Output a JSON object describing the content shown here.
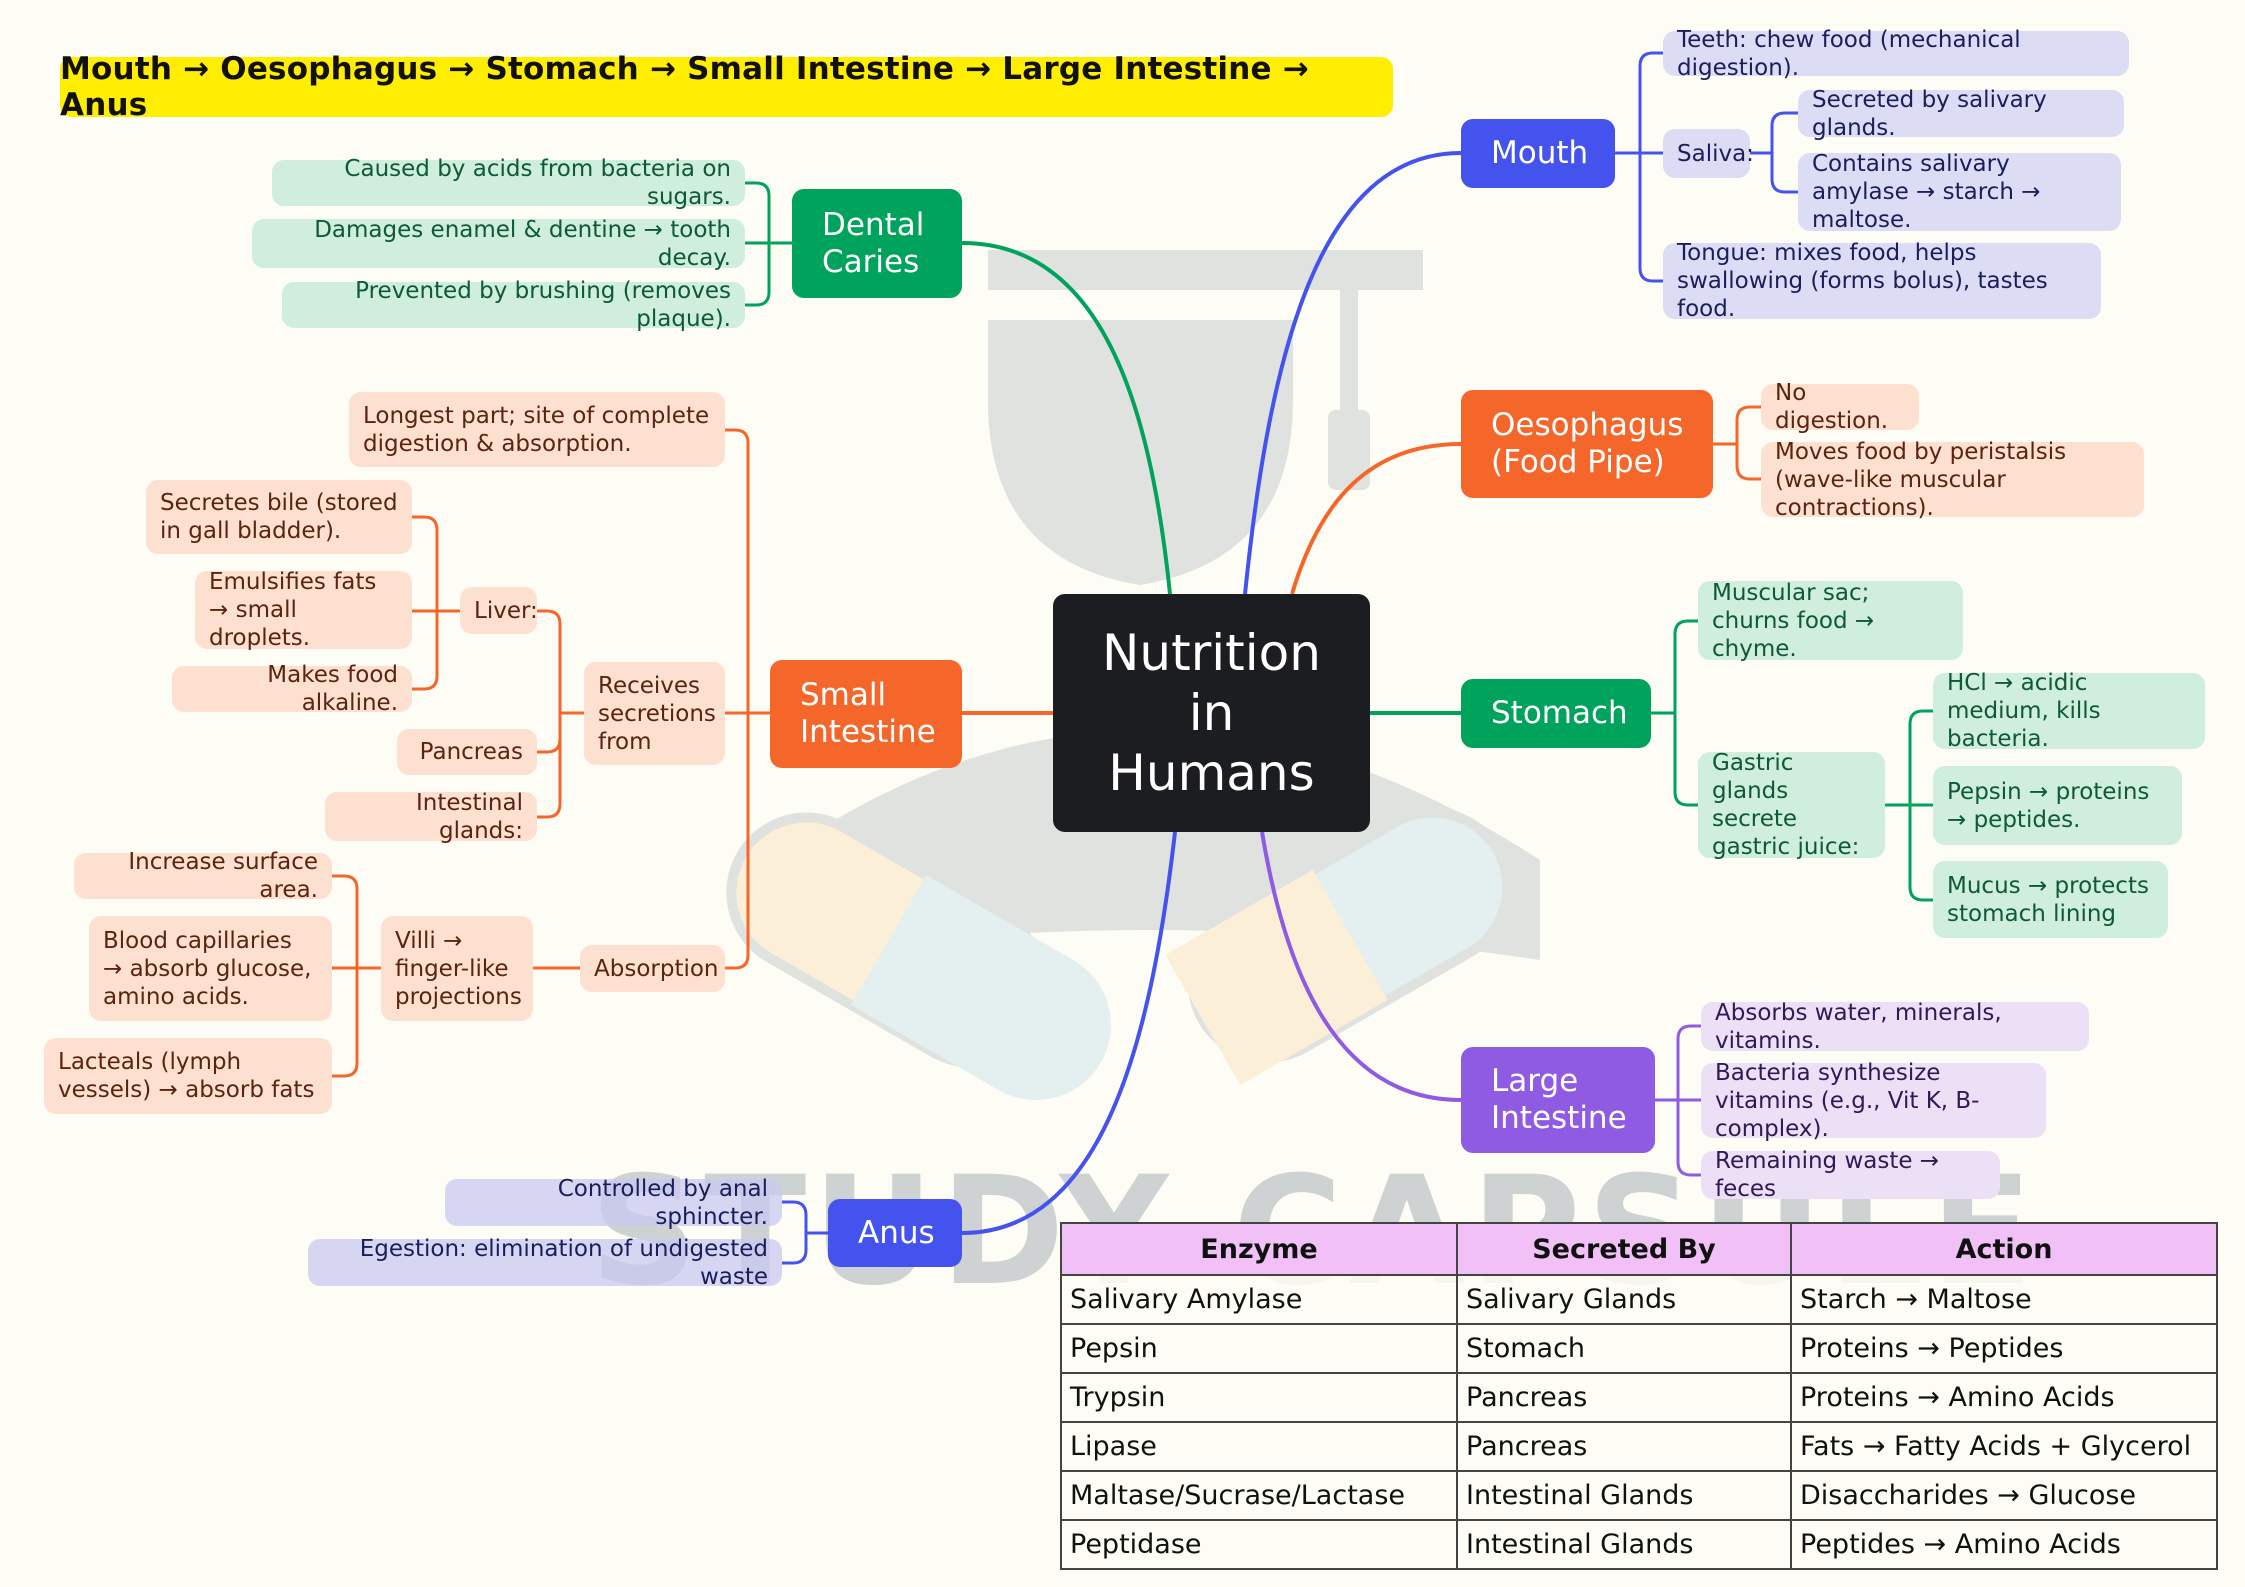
{
  "banner": {
    "text": "Mouth → Oesophagus → Stomach → Small Intestine → Large Intestine → Anus",
    "color": "#ffee00"
  },
  "watermark": {
    "text": "STUDY CAPSULE"
  },
  "center": {
    "line1": "Nutrition",
    "line2": "in",
    "line3": "Humans",
    "color": "#1c1d21"
  },
  "colors": {
    "blue": "#4452ee",
    "orange": "#f4662a",
    "green": "#00a35c",
    "purple": "#8f5be3"
  },
  "mouth": {
    "label": "Mouth",
    "teeth": "Teeth: chew food (mechanical digestion).",
    "saliva": "Saliva:",
    "saliva_items": [
      "Secreted by salivary glands.",
      "Contains salivary amylase → starch → maltose."
    ],
    "tongue": "Tongue: mixes food, helps swallowing (forms bolus), tastes food."
  },
  "oesophagus": {
    "label": "Oesophagus (Food Pipe)",
    "items": [
      "No digestion.",
      "Moves food by peristalsis (wave-like muscular contractions)."
    ]
  },
  "stomach": {
    "label": "Stomach",
    "muscular": "Muscular sac; churns food → chyme.",
    "gastric": "Gastric glands secrete gastric juice:",
    "gastric_items": [
      "HCl → acidic medium, kills bacteria.",
      "Pepsin → proteins → peptides.",
      "Mucus → protects stomach lining"
    ]
  },
  "large_intestine": {
    "label": "Large Intestine",
    "items": [
      "Absorbs water, minerals, vitamins.",
      "Bacteria synthesize vitamins (e.g., Vit K, B-complex).",
      "Remaining waste → feces"
    ]
  },
  "dental_caries": {
    "label": "Dental Caries",
    "items": [
      "Caused by acids from bacteria on sugars.",
      "Damages enamel & dentine → tooth decay.",
      "Prevented by brushing (removes plaque)."
    ]
  },
  "small_intestine": {
    "label": "Small Intestine",
    "longest": "Longest part; site of complete digestion & absorption.",
    "receives": "Receives secretions from",
    "liver": "Liver:",
    "liver_items": [
      "Secretes bile (stored in gall bladder).",
      "Emulsifies fats → small droplets.",
      "Makes food alkaline."
    ],
    "pancreas": "Pancreas",
    "intestinal_glands": "Intestinal glands:",
    "absorption": "Absorption",
    "villi": "Villi → finger-like projections",
    "villi_items": [
      "Increase surface area.",
      "Blood capillaries → absorb glucose, amino acids.",
      "Lacteals (lymph vessels) → absorb fats"
    ]
  },
  "anus": {
    "label": "Anus",
    "items": [
      "Controlled by anal sphincter.",
      "Egestion: elimination of undigested waste"
    ]
  },
  "table": {
    "headers": [
      "Enzyme",
      "Secreted By",
      "Action"
    ],
    "rows": [
      [
        "Salivary Amylase",
        "Salivary Glands",
        "Starch → Maltose"
      ],
      [
        "Pepsin",
        "Stomach",
        "Proteins → Peptides"
      ],
      [
        "Trypsin",
        "Pancreas",
        "Proteins → Amino Acids"
      ],
      [
        "Lipase",
        "Pancreas",
        "Fats → Fatty Acids + Glycerol"
      ],
      [
        "Maltase/Sucrase/Lactase",
        "Intestinal Glands",
        "Disaccharides → Glucose"
      ],
      [
        "Peptidase",
        "Intestinal Glands",
        "Peptides → Amino Acids"
      ]
    ],
    "header_color": "#f0c0f7"
  }
}
